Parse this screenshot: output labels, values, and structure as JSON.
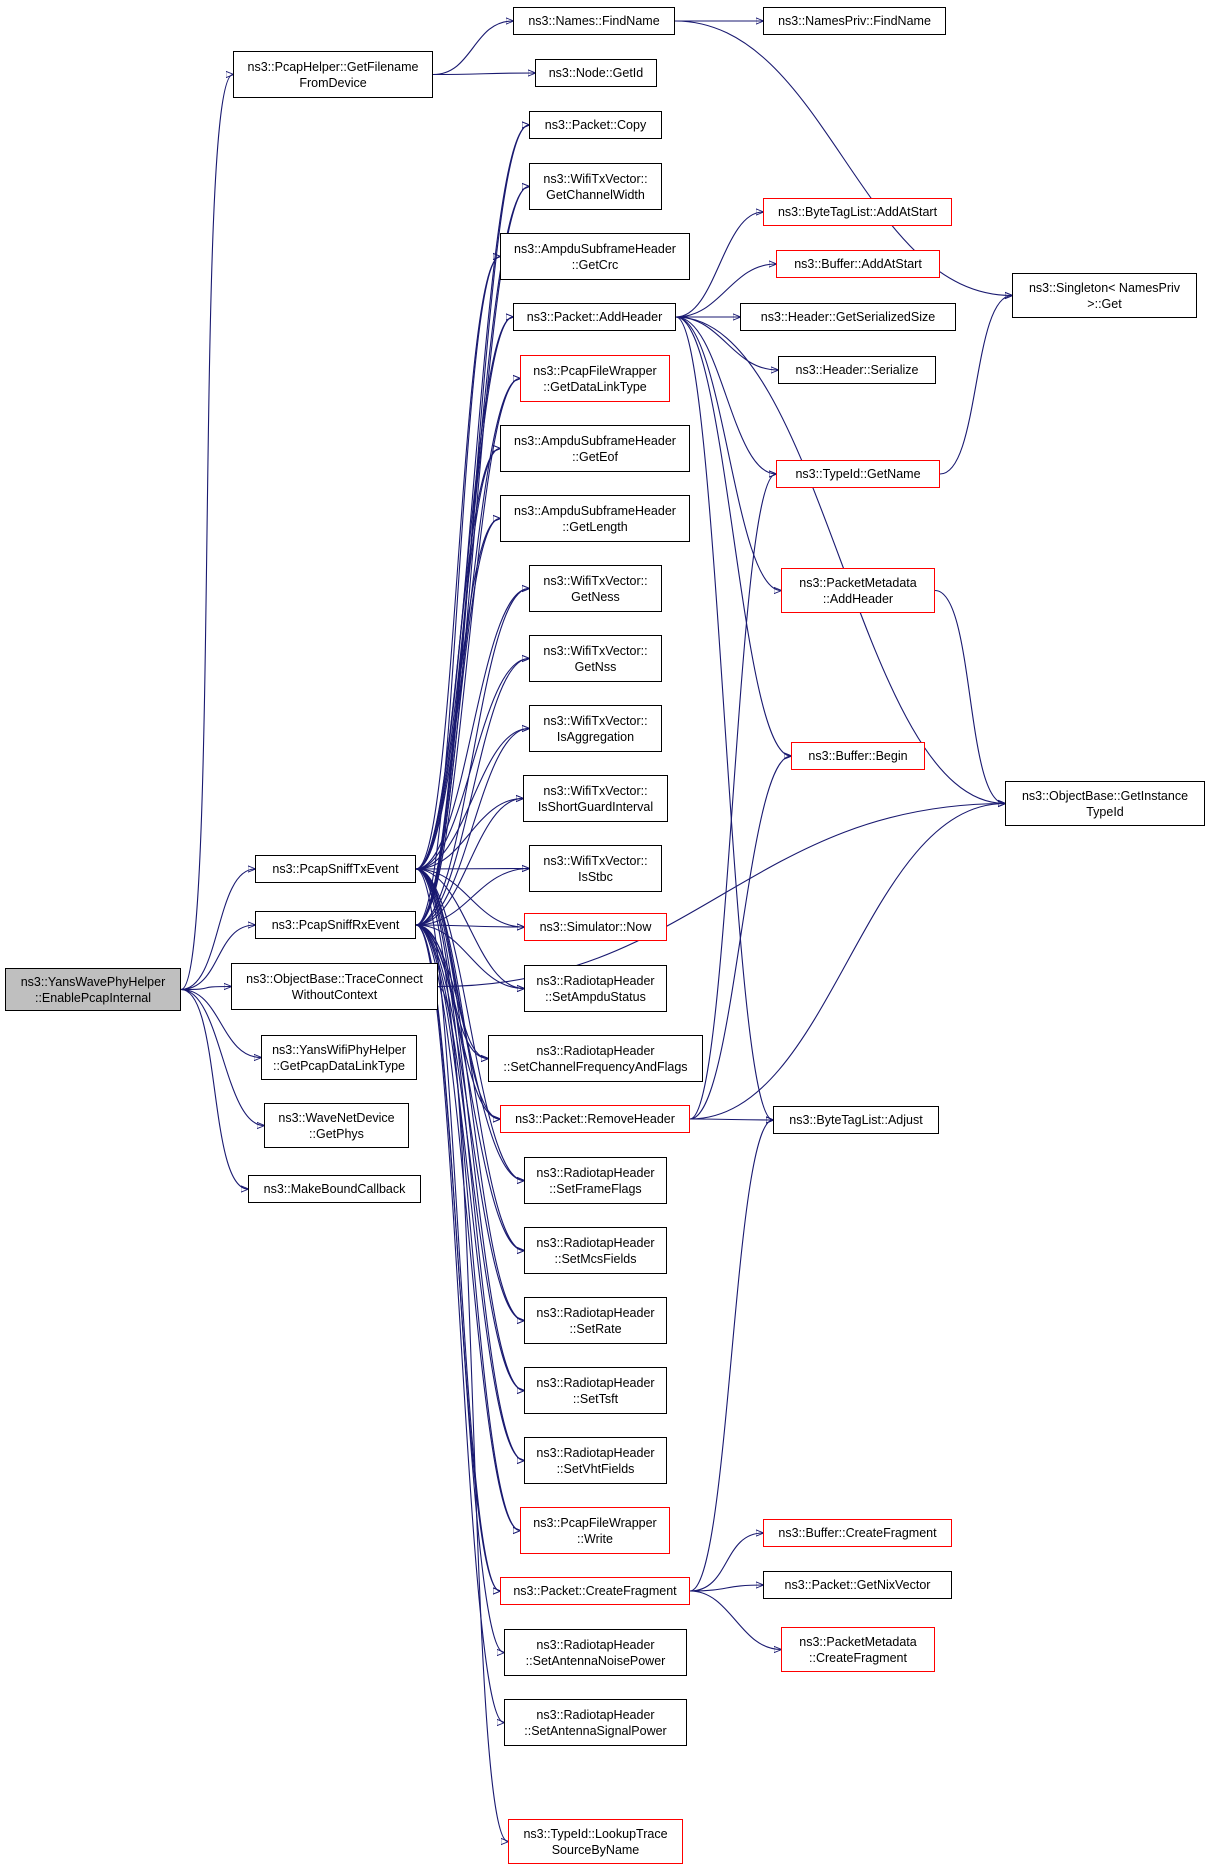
{
  "colors": {
    "edge": "#191970",
    "node_border": "#000000",
    "incomplete_node_border": "#ff0000",
    "root_fill": "#bfbfbf"
  },
  "nodes": {
    "root": [
      "ns3::YansWavePhyHelper",
      "::EnablePcapInternal"
    ],
    "getFilenameFromDevice": [
      "ns3::PcapHelper::GetFilename",
      "FromDevice"
    ],
    "pcapSniffTx": [
      "ns3::PcapSniffTxEvent"
    ],
    "pcapSniffRx": [
      "ns3::PcapSniffRxEvent"
    ],
    "traceConnect": [
      "ns3::ObjectBase::TraceConnect",
      "WithoutContext"
    ],
    "getPcapDataLinkType": [
      "ns3::YansWifiPhyHelper",
      "::GetPcapDataLinkType"
    ],
    "getPhys": [
      "ns3::WaveNetDevice",
      "::GetPhys"
    ],
    "makeBoundCallback": [
      "ns3::MakeBoundCallback"
    ],
    "namesFindName": [
      "ns3::Names::FindName"
    ],
    "namesPrivFindName": [
      "ns3::NamesPriv::FindName"
    ],
    "nodeGetId": [
      "ns3::Node::GetId"
    ],
    "packetCopy": [
      "ns3::Packet::Copy"
    ],
    "getChannelWidth": [
      "ns3::WifiTxVector::",
      "GetChannelWidth"
    ],
    "getCrc": [
      "ns3::AmpduSubframeHeader",
      "::GetCrc"
    ],
    "addHeader": [
      "ns3::Packet::AddHeader"
    ],
    "getDataLinkType": [
      "ns3::PcapFileWrapper",
      "::GetDataLinkType"
    ],
    "getEof": [
      "ns3::AmpduSubframeHeader",
      "::GetEof"
    ],
    "getLength": [
      "ns3::AmpduSubframeHeader",
      "::GetLength"
    ],
    "getNess": [
      "ns3::WifiTxVector::",
      "GetNess"
    ],
    "getNss": [
      "ns3::WifiTxVector::",
      "GetNss"
    ],
    "isAggregation": [
      "ns3::WifiTxVector::",
      "IsAggregation"
    ],
    "isShortGuard": [
      "ns3::WifiTxVector::",
      "IsShortGuardInterval"
    ],
    "isStbc": [
      "ns3::WifiTxVector::",
      "IsStbc"
    ],
    "simulatorNow": [
      "ns3::Simulator::Now"
    ],
    "setAmpduStatus": [
      "ns3::RadiotapHeader",
      "::SetAmpduStatus"
    ],
    "setChannelFreq": [
      "ns3::RadiotapHeader",
      "::SetChannelFrequencyAndFlags"
    ],
    "removeHeader": [
      "ns3::Packet::RemoveHeader"
    ],
    "setFrameFlags": [
      "ns3::RadiotapHeader",
      "::SetFrameFlags"
    ],
    "setMcsFields": [
      "ns3::RadiotapHeader",
      "::SetMcsFields"
    ],
    "setRate": [
      "ns3::RadiotapHeader",
      "::SetRate"
    ],
    "setTsft": [
      "ns3::RadiotapHeader",
      "::SetTsft"
    ],
    "setVhtFields": [
      "ns3::RadiotapHeader",
      "::SetVhtFields"
    ],
    "pcapWrite": [
      "ns3::PcapFileWrapper",
      "::Write"
    ],
    "createFragment": [
      "ns3::Packet::CreateFragment"
    ],
    "setAntennaNoise": [
      "ns3::RadiotapHeader",
      "::SetAntennaNoisePower"
    ],
    "setAntennaSignal": [
      "ns3::RadiotapHeader",
      "::SetAntennaSignalPower"
    ],
    "lookupTraceSource": [
      "ns3::TypeId::LookupTrace",
      "SourceByName"
    ],
    "byteTagAddAtStart": [
      "ns3::ByteTagList::AddAtStart"
    ],
    "bufferAddAtStart": [
      "ns3::Buffer::AddAtStart"
    ],
    "headerGetSerializedSize": [
      "ns3::Header::GetSerializedSize"
    ],
    "headerSerialize": [
      "ns3::Header::Serialize"
    ],
    "typeIdGetName": [
      "ns3::TypeId::GetName"
    ],
    "metadataAddHeader": [
      "ns3::PacketMetadata",
      "::AddHeader"
    ],
    "bufferBegin": [
      "ns3::Buffer::Begin"
    ],
    "byteTagAdjust": [
      "ns3::ByteTagList::Adjust"
    ],
    "bufferCreateFragment": [
      "ns3::Buffer::CreateFragment"
    ],
    "getNixVector": [
      "ns3::Packet::GetNixVector"
    ],
    "metadataCreateFragment": [
      "ns3::PacketMetadata",
      "::CreateFragment"
    ],
    "singletonGet": [
      "ns3::Singleton< NamesPriv",
      ">::Get"
    ],
    "getInstanceTypeId": [
      "ns3::ObjectBase::GetInstance",
      "TypeId"
    ]
  }
}
